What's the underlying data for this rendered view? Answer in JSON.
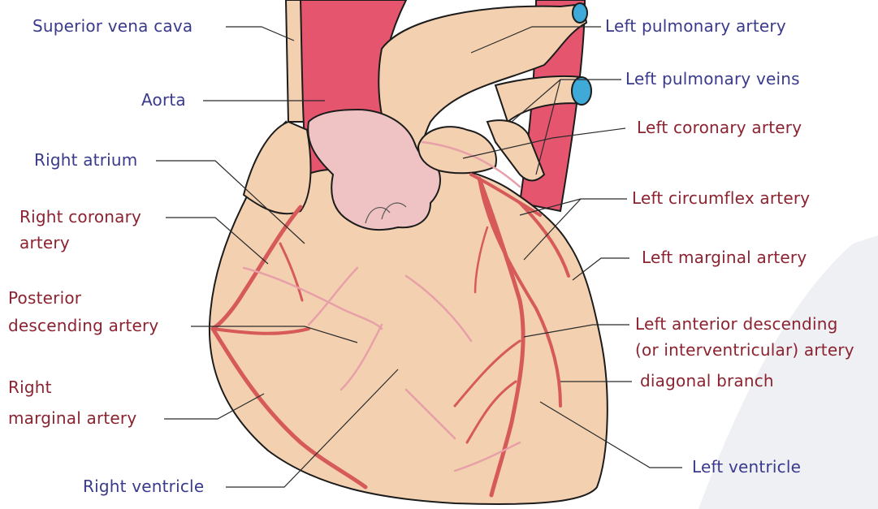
{
  "labels": {
    "superior_vena_cava": "Superior vena cava",
    "aorta": "Aorta",
    "right_atrium": "Right atrium",
    "right_coronary_artery_1": "Right coronary",
    "right_coronary_artery_2": "artery",
    "posterior_descending_artery_1": "Posterior",
    "posterior_descending_artery_2": "descending artery",
    "right_marginal_artery_1": "Right",
    "right_marginal_artery_2": "marginal artery",
    "right_ventricle": "Right ventricle",
    "left_pulmonary_artery": "Left pulmonary artery",
    "left_pulmonary_veins": "Left pulmonary veins",
    "left_coronary_artery": "Left coronary artery",
    "left_circumflex_artery": "Left circumflex artery",
    "left_marginal_artery": "Left marginal artery",
    "left_anterior_descending_1": "Left anterior descending",
    "left_anterior_descending_2": "(or interventricular) artery",
    "diagonal_branch": "diagonal branch",
    "left_ventricle": "Left ventricle"
  },
  "colors": {
    "label_blue": "#3a3a8c",
    "label_red": "#8b2330",
    "heart_tissue": "#f3d0b0",
    "vessel_red": "#e5566e",
    "artery_red": "#d75a5a",
    "atrium_pink": "#efc3c3",
    "vein_blue": "#3fa9d8"
  }
}
